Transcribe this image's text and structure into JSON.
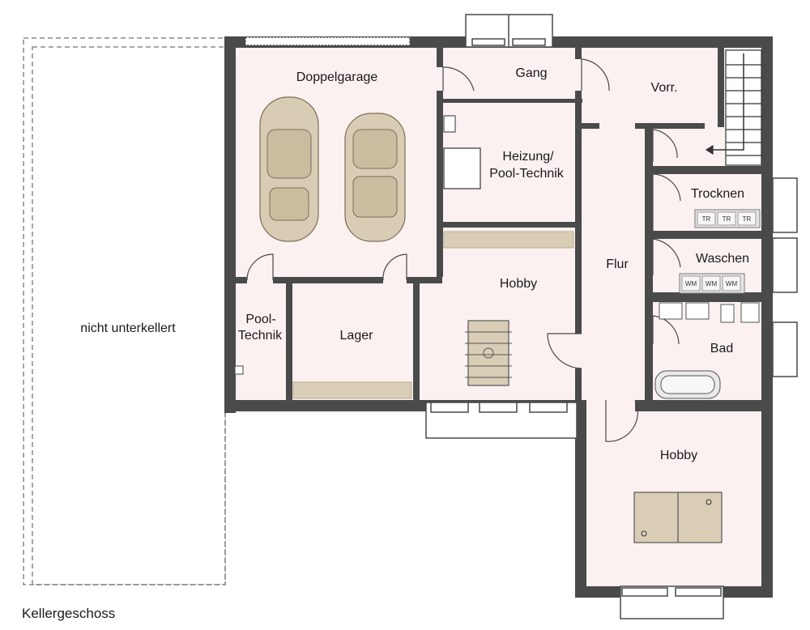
{
  "plan_title": "Kellergeschoss",
  "rooms": {
    "unbuilt": "nicht unterkellert",
    "garage": "Doppelgarage",
    "gang": "Gang",
    "vorraum": "Vorr.",
    "heizung_1": "Heizung/",
    "heizung_2": "Pool-Technik",
    "trocknen": "Trocknen",
    "waschen": "Waschen",
    "flur": "Flur",
    "bad": "Bad",
    "hobby_1": "Hobby",
    "hobby_2": "Hobby",
    "pool_1": "Pool-",
    "pool_2": "Technik",
    "lager": "Lager"
  },
  "appliances": {
    "dryer": "TR",
    "washer": "WM"
  },
  "colors": {
    "wall": "#4a4a4a",
    "floor": "#fbf1f0",
    "furniture": "#d9cdb6",
    "car": "#d8ccb4"
  }
}
